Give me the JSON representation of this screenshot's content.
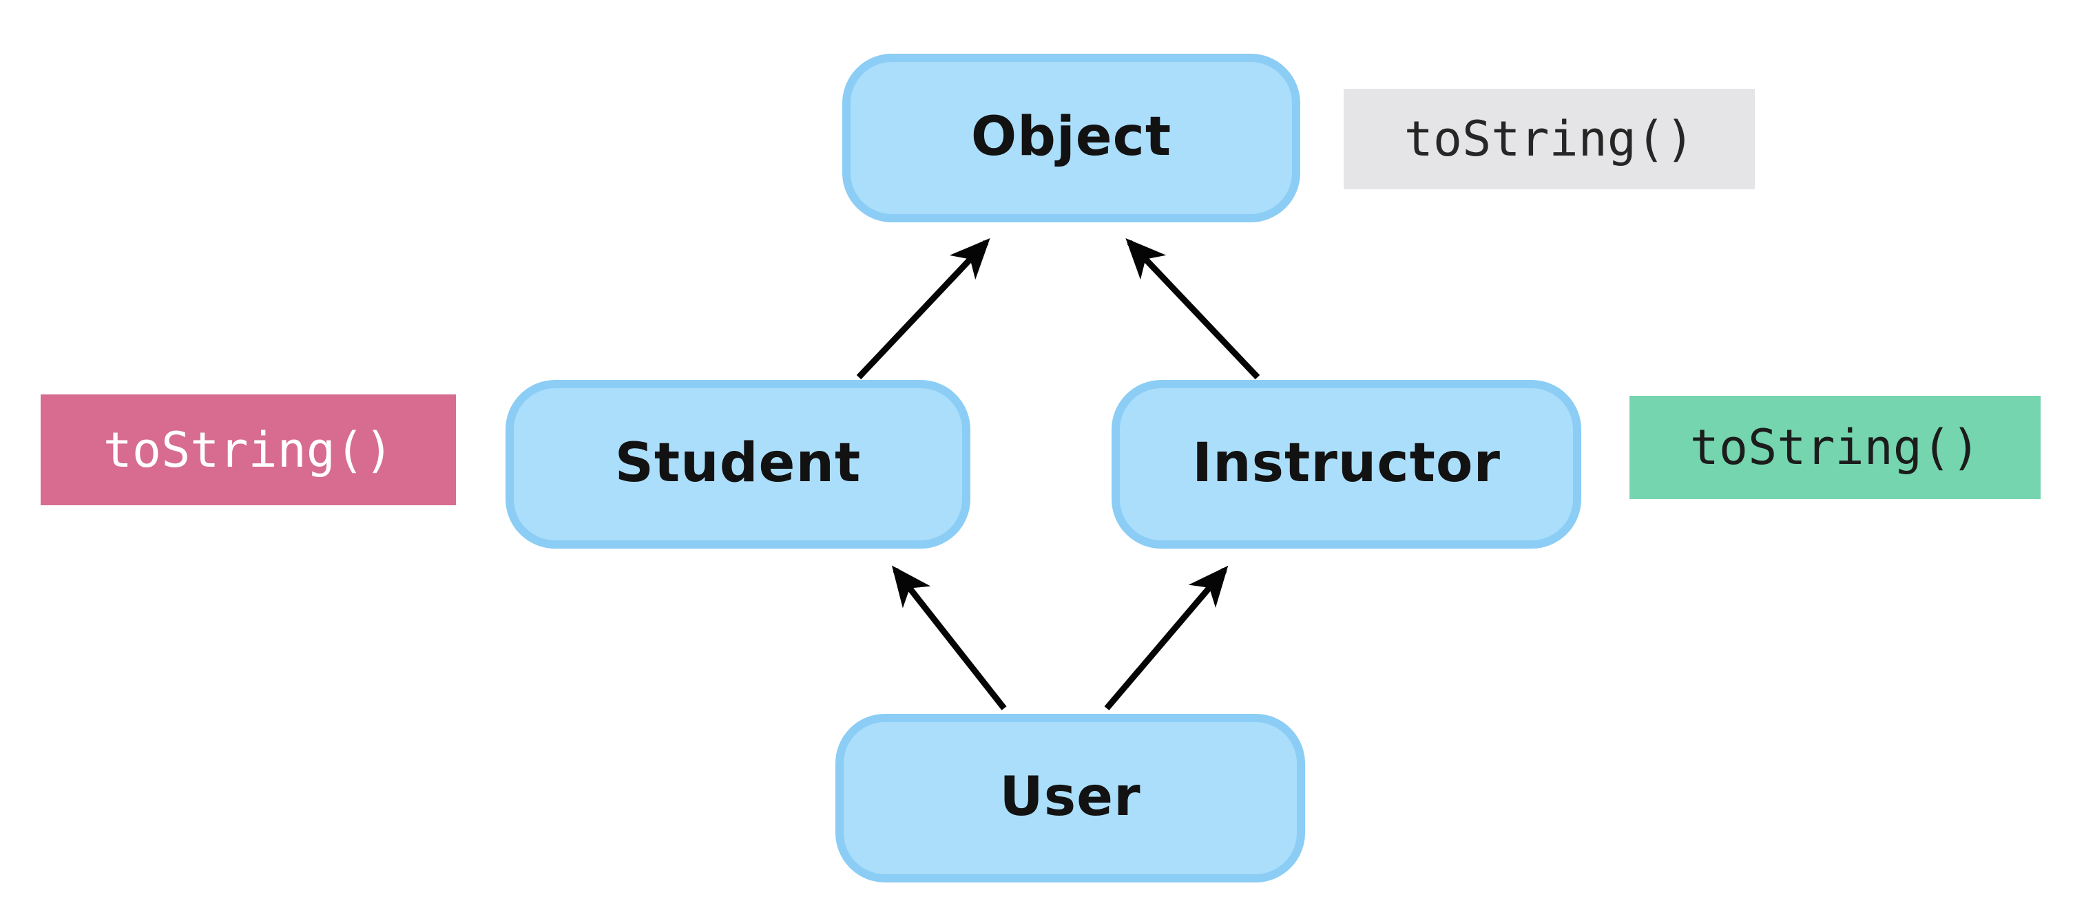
{
  "diagram": {
    "type": "class-inheritance-diagram",
    "nodes": [
      {
        "id": "object",
        "label": "Object"
      },
      {
        "id": "student",
        "label": "Student"
      },
      {
        "id": "instructor",
        "label": "Instructor"
      },
      {
        "id": "user",
        "label": "User"
      }
    ],
    "annotations": [
      {
        "id": "object-method",
        "label": "toString()",
        "bg": "#E5E4E6",
        "text_color": "#262626"
      },
      {
        "id": "student-method",
        "label": "toString()",
        "bg": "#D76B90",
        "text_color": "#FFFFFF"
      },
      {
        "id": "instructor-method",
        "label": "toString()",
        "bg": "#74D5AE",
        "text_color": "#1C1C1C"
      }
    ],
    "edges": [
      {
        "from": "Student",
        "to": "Object"
      },
      {
        "from": "Instructor",
        "to": "Object"
      },
      {
        "from": "User",
        "to": "Student"
      },
      {
        "from": "User",
        "to": "Instructor"
      }
    ],
    "colors": {
      "node_fill": "#ABDEFA",
      "node_border": "#8BCDF5",
      "node_text": "#121212",
      "arrow": "#050505",
      "background": "#FFFFFF"
    }
  }
}
